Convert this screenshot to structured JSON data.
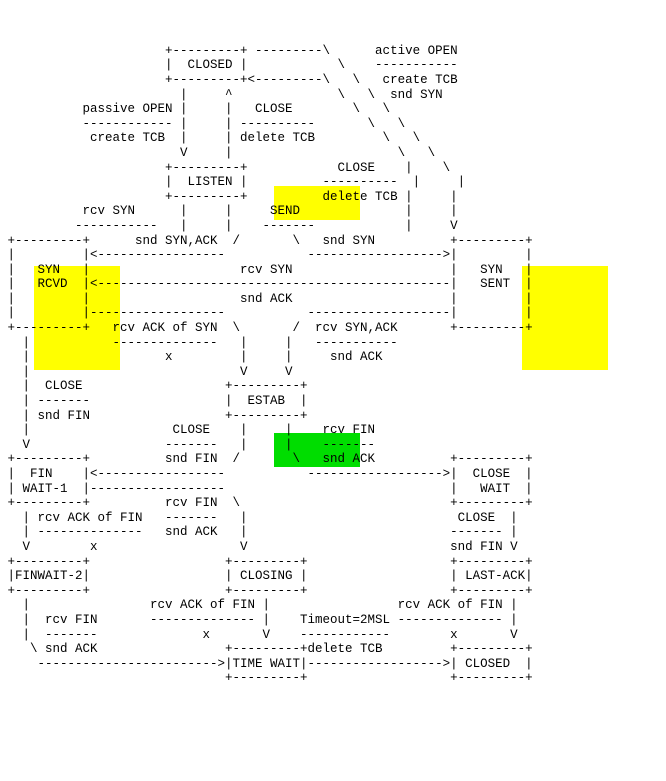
{
  "lines": [
    "",
    "",
    "",
    "                      +---------+ ---------\\      active OPEN",
    "                      |  CLOSED |            \\    -----------",
    "                      +---------+<---------\\   \\   create TCB",
    "                        |     ^              \\   \\  snd SYN",
    "           passive OPEN |     |   CLOSE        \\   \\",
    "           ------------ |     | ----------       \\   \\",
    "            create TCB  |     | delete TCB         \\   \\",
    "                        V     |                      \\   \\",
    "                      +---------+            CLOSE    |    \\",
    "                      |  LISTEN |          ----------  |     |",
    "                      +---------+          delete TCB |     |",
    "           rcv SYN      |     |     SEND              |     |",
    "          -----------   |     |    -------            |     V",
    " +---------+      snd SYN,ACK  /       \\   snd SYN          +---------+",
    " |         |<-----------------           ------------------>|         |",
    " |   SYN   |                    rcv SYN                     |   SYN   |",
    " |   RCVD  |<-----------------------------------------------|   SENT  |",
    " |         |                    snd ACK                     |         |",
    " |         |------------------           -------------------|         |",
    " +---------+   rcv ACK of SYN  \\       /  rcv SYN,ACK       +---------+",
    "   |           --------------   |     |   -----------",
    "   |                  x         |     |     snd ACK",
    "   |                            V     V",
    "   |  CLOSE                   +---------+",
    "   | -------                  |  ESTAB  |",
    "   | snd FIN                  +---------+",
    "   |                   CLOSE    |     |    rcv FIN",
    "   V                  -------   |     |    -------",
    " +---------+          snd FIN  /       \\   snd ACK          +---------+",
    " |  FIN    |<-----------------           ------------------>|  CLOSE  |",
    " | WAIT-1  |------------------                              |   WAIT  |",
    " +---------+          rcv FIN  \\                            +---------+",
    "   | rcv ACK of FIN   -------   |                            CLOSE  |",
    "   | --------------   snd ACK   |                           ------- |",
    "   V        x                   V                           snd FIN V",
    " +---------+                  +---------+                   +---------+",
    " |FINWAIT-2|                  | CLOSING |                   | LAST-ACK|",
    " +---------+                  +---------+                   +---------+",
    "   |                rcv ACK of FIN |                 rcv ACK of FIN |",
    "   |  rcv FIN       -------------- |    Timeout=2MSL -------------- |",
    "   |  -------              x       V    ------------        x       V",
    "    \\ snd ACK                 +---------+delete TCB         +---------+",
    "     ------------------------>|TIME WAIT|------------------>| CLOSED  |",
    "                              +---------+                   +---------+"
  ]
}
